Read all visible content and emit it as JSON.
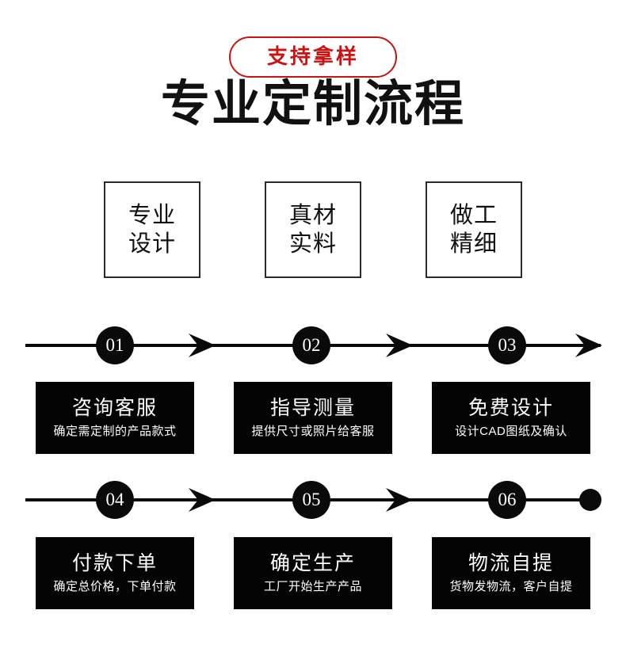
{
  "header": {
    "badge_text": "支持拿样",
    "title": "专业定制流程"
  },
  "features": [
    {
      "line1": "专业",
      "line2": "设计"
    },
    {
      "line1": "真材",
      "line2": "实料"
    },
    {
      "line1": "做工",
      "line2": "精细"
    }
  ],
  "timeline": {
    "row1": {
      "numbers": [
        "01",
        "02",
        "03"
      ],
      "end_marker": "arrow"
    },
    "row2": {
      "numbers": [
        "04",
        "05",
        "06"
      ],
      "end_marker": "dot"
    }
  },
  "steps": [
    {
      "number": "01",
      "title": "咨询客服",
      "subtitle": "确定需定制的产品款式"
    },
    {
      "number": "02",
      "title": "指导测量",
      "subtitle": "提供尺寸或照片给客服"
    },
    {
      "number": "03",
      "title": "免费设计",
      "subtitle": "设计CAD图纸及确认"
    },
    {
      "number": "04",
      "title": "付款下单",
      "subtitle": "确定总价格，下单付款"
    },
    {
      "number": "05",
      "title": "确定生产",
      "subtitle": "工厂开始生产产品"
    },
    {
      "number": "06",
      "title": "物流自提",
      "subtitle": "货物发物流，客户自提"
    }
  ],
  "colors": {
    "accent_red": "#CC1111",
    "panel_black": "#040404",
    "text_black": "#111111",
    "background": "#FFFFFF"
  }
}
